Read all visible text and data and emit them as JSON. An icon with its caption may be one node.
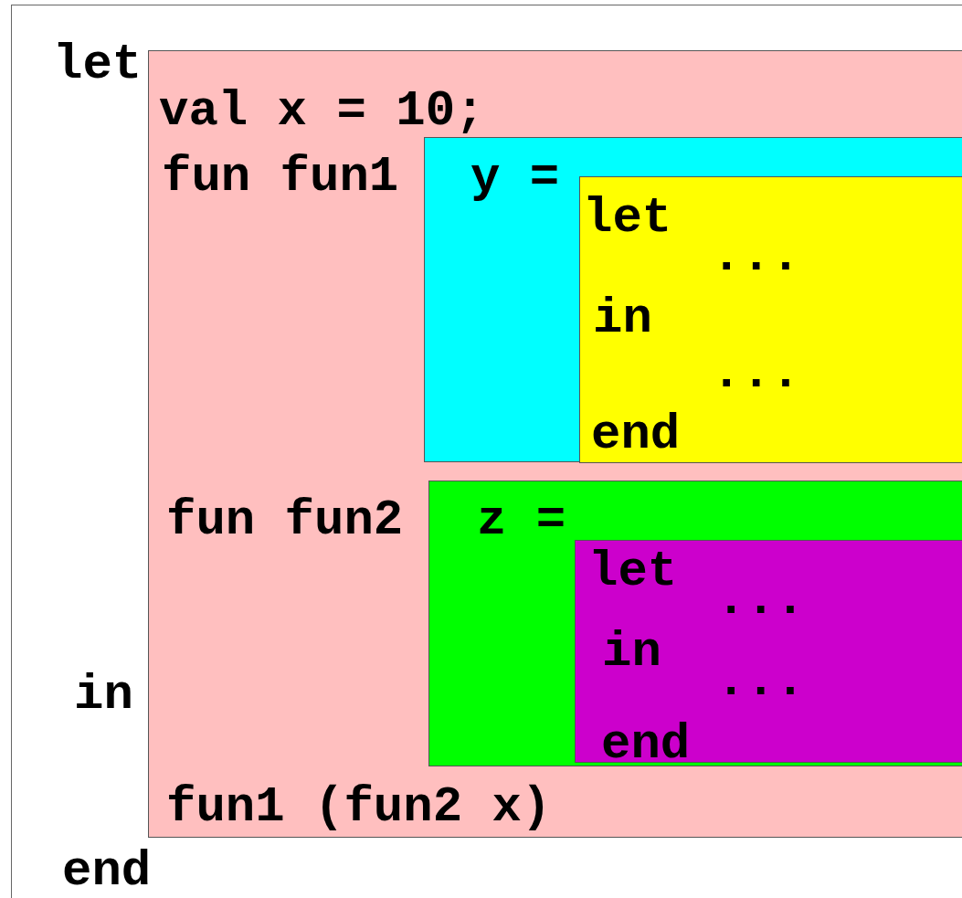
{
  "diagram": {
    "nodes": [
      {
        "text": [
          "let",
          "in",
          "end"
        ]
      },
      {
        "text": [
          "val x = 10;",
          "fun fun1",
          "fun fun2",
          "fun1 (fun2 x)"
        ],
        "in": 0
      },
      {
        "text": [
          "y ="
        ],
        "in": 1
      },
      {
        "text": [
          "let",
          "...",
          "in",
          "...",
          "end"
        ],
        "in": 2
      },
      {
        "text": [
          "z ="
        ],
        "in": 1
      },
      {
        "text": [
          "let",
          "...",
          "in",
          "...",
          "end"
        ],
        "in": 4
      }
    ]
  }
}
